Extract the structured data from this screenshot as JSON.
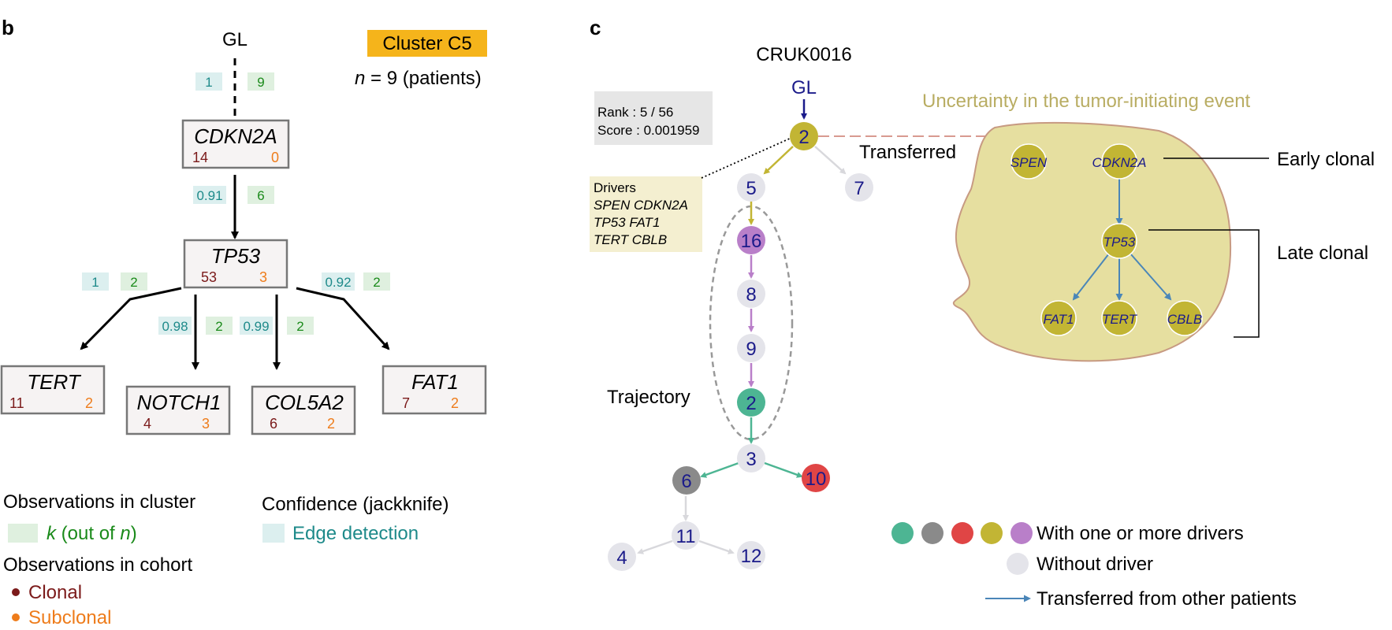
{
  "panel_b": {
    "label": "b",
    "gl": "GL",
    "cluster_badge": "Cluster C5",
    "n_prefix": "n",
    "n_suffix": " = 9 (patients)",
    "nodes": {
      "cdkn2a": {
        "name": "CDKN2A",
        "clonal": "14",
        "subclonal": "0"
      },
      "tp53": {
        "name": "TP53",
        "clonal": "53",
        "subclonal": "3"
      },
      "tert": {
        "name": "TERT",
        "clonal": "11",
        "subclonal": "2"
      },
      "notch1": {
        "name": "NOTCH1",
        "clonal": "4",
        "subclonal": "3"
      },
      "col5a2": {
        "name": "COL5A2",
        "clonal": "6",
        "subclonal": "2"
      },
      "fat1": {
        "name": "FAT1",
        "clonal": "7",
        "subclonal": "2"
      }
    },
    "edges": {
      "gl_cdkn2a": {
        "confidence": "1",
        "k": "9"
      },
      "cdkn2a_tp53": {
        "confidence": "0.91",
        "k": "6"
      },
      "tp53_tert": {
        "confidence": "1",
        "k": "2"
      },
      "tp53_notch1": {
        "confidence": "0.98",
        "k": "2"
      },
      "tp53_col5a2": {
        "confidence": "0.99",
        "k": "2"
      },
      "tp53_fat1": {
        "confidence": "0.92",
        "k": "2"
      }
    },
    "legend": {
      "obs_cluster": "Observations in cluster",
      "k_label_k": "k",
      "k_label_mid": " (out of ",
      "k_label_n": "n",
      "k_label_end": ")",
      "obs_cohort": "Observations in cohort",
      "clonal": "Clonal",
      "subclonal": "Subclonal",
      "confidence": "Confidence (jackknife)",
      "edge_detection": "Edge detection"
    }
  },
  "panel_c": {
    "label": "c",
    "patient": "CRUK0016",
    "gl": "GL",
    "rank": "Rank : 5 / 56",
    "score": "Score : 0.001959",
    "drivers_title": "Drivers",
    "drivers_lines": [
      "SPEN CDKN2A",
      "TP53 FAT1",
      "TERT CBLB"
    ],
    "transferred": "Transferred",
    "trajectory": "Trajectory",
    "uncertainty": "Uncertainty in the tumor-initiating event",
    "early_clonal": "Early clonal",
    "late_clonal": "Late clonal",
    "tree_nodes": [
      "2",
      "5",
      "7",
      "16",
      "8",
      "9",
      "2",
      "3",
      "6",
      "10",
      "11",
      "4",
      "12"
    ],
    "blob_genes": [
      "SPEN",
      "CDKN2A",
      "TP53",
      "FAT1",
      "TERT",
      "CBLB"
    ],
    "legend": {
      "with_drivers": "With one or more drivers",
      "without_driver": "Without driver",
      "transferred_from": "Transferred from other patients"
    }
  },
  "colors": {
    "clonal": "#7b1a1a",
    "subclonal": "#ee7c1b",
    "k_bg": "#dff0df",
    "k_text": "#1a8a1a",
    "conf_bg": "#dcefef",
    "conf_text": "#1e8a8a",
    "cluster_badge": "#f5b41b",
    "node_blue": "#1b1b8a",
    "olive": "#c2b534",
    "purple": "#b97fc9",
    "teal": "#4db593",
    "gray_dark": "#8a8a8a",
    "red": "#e04545",
    "no_driver": "#e4e4ea",
    "blob_fill": "#e6dfa0",
    "blob_stroke": "#c79a82",
    "uncertainty_text": "#b9ad63",
    "transfer_arrow": "#4a86b8"
  }
}
